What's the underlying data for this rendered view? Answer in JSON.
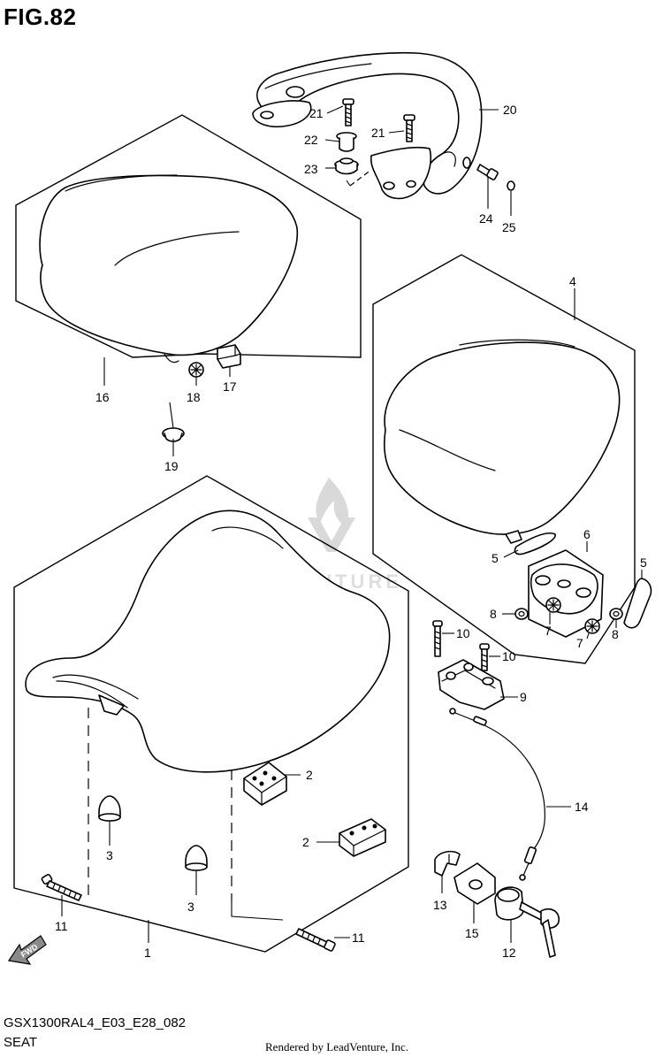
{
  "figure": {
    "title": "FIG.82",
    "model_code": "GSX1300RAL4_E03_E28_082",
    "section_name": "SEAT",
    "rendered_by": "Rendered by LeadVenture, Inc.",
    "watermark": "LEADVENTURE"
  },
  "fwd_label": "FWD",
  "callouts": {
    "c1": "1",
    "c2a": "2",
    "c2b": "2",
    "c3a": "3",
    "c3b": "3",
    "c4": "4",
    "c5a": "5",
    "c5b": "5",
    "c6": "6",
    "c7a": "7",
    "c7b": "7",
    "c8a": "8",
    "c8b": "8",
    "c9": "9",
    "c10a": "10",
    "c10b": "10",
    "c11a": "11",
    "c11b": "11",
    "c12": "12",
    "c13": "13",
    "c14": "14",
    "c15": "15",
    "c16": "16",
    "c17": "17",
    "c18": "18",
    "c19": "19",
    "c20": "20",
    "c21a": "21",
    "c21b": "21",
    "c22": "22",
    "c23": "23",
    "c24": "24",
    "c25": "25"
  },
  "colors": {
    "line": "#000000",
    "background": "#ffffff",
    "watermark": "#d9d9d9"
  }
}
